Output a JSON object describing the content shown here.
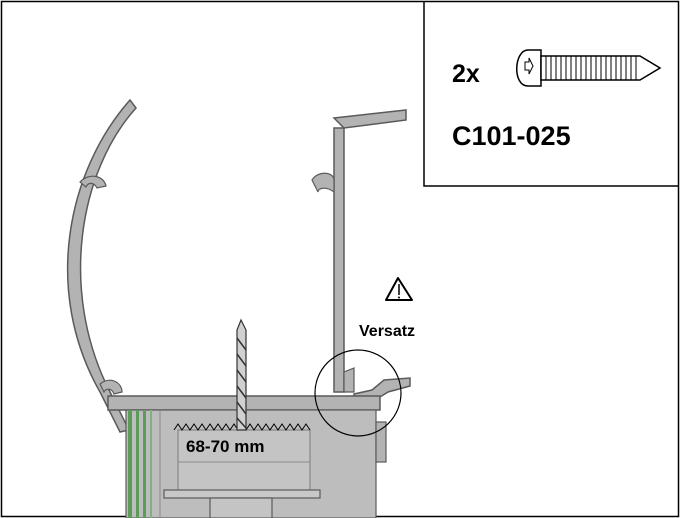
{
  "parts_box": {
    "quantity": "2x",
    "part_number": "C101-025"
  },
  "warning": {
    "label": "Versatz"
  },
  "measurement": {
    "label": "68-70 mm"
  },
  "colors": {
    "profile": "#b3b3b3",
    "profile_stroke": "#5a5a5a",
    "body": "#bdbdbd",
    "green_stripe": "#5d9b5d",
    "line": "#000000"
  }
}
